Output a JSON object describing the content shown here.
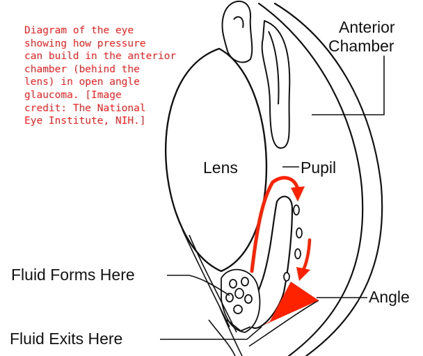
{
  "caption": {
    "lines": [
      "Diagram of the eye",
      "showing how pressure",
      "can build in the anterior",
      "chamber (behind the",
      "lens) in open angle",
      "glaucoma. [Image",
      "credit: The National",
      "Eye Institute, NIH.]"
    ]
  },
  "labels": {
    "anterior_chamber_line1": "Anterior",
    "anterior_chamber_line2": "Chamber",
    "lens": "Lens",
    "pupil": "Pupil",
    "fluid_forms": "Fluid Forms Here",
    "angle": "Angle",
    "fluid_exits": "Fluid Exits Here"
  },
  "colors": {
    "caption": "#ff1a1a",
    "arrow": "#ff2200",
    "outline": "#111111"
  }
}
